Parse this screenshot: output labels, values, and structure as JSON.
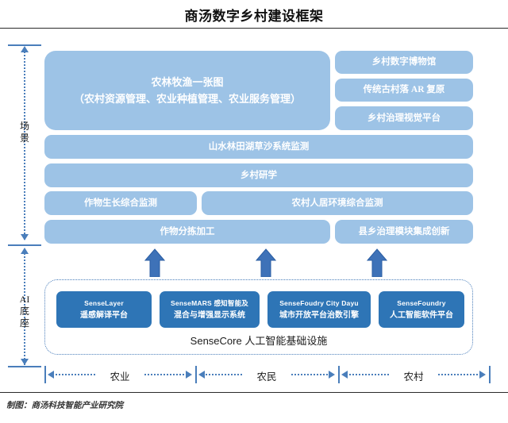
{
  "title": "商汤数字乡村建设框架",
  "colors": {
    "light_blue": "#9dc3e6",
    "dark_blue": "#2e75b6",
    "accent_line": "#4a7ebb",
    "text_white": "#ffffff"
  },
  "side_axis": [
    {
      "label": "场\n景"
    },
    {
      "label": "AI\n底\n座"
    }
  ],
  "side_labels": {
    "scene": "场景",
    "scene_char1": "场",
    "scene_char2": "景",
    "ai_base_line1": "AI",
    "ai_base_line2": "底",
    "ai_base_line3": "座"
  },
  "scene": {
    "main_box": {
      "line1": "农林牧渔一张图",
      "line2": "（农村资源管理、农业种植管理、农业服务管理）"
    },
    "right_column": [
      {
        "label": "乡村数字博物馆"
      },
      {
        "label": "传统古村落 AR 复原"
      },
      {
        "label": "乡村治理视觉平台"
      }
    ],
    "full_rows": [
      {
        "label": "山水林田湖草沙系统监测"
      },
      {
        "label": "乡村研学"
      }
    ],
    "split_row_1": [
      {
        "label": "作物生长综合监测"
      },
      {
        "label": "农村人居环境综合监测"
      }
    ],
    "split_row_2": [
      {
        "label": "作物分拣加工"
      },
      {
        "label": "县乡治理模块集成创新"
      }
    ]
  },
  "arrows": {
    "count": 3,
    "direction": "up"
  },
  "ai_base": {
    "boxes": [
      {
        "en": "SenseLayer",
        "cn": "遥感解译平台"
      },
      {
        "en": "SenseMARS 感知智能及",
        "cn": "混合与增强显示系统"
      },
      {
        "en": "SenseFoudry City Dayu",
        "cn": "城市开放平台治数引擎"
      },
      {
        "en": "SenseFoundry",
        "cn": "人工智能软件平台"
      }
    ],
    "caption": "SenseCore 人工智能基础设施"
  },
  "bottom_axis": [
    {
      "label": "农业"
    },
    {
      "label": "农民"
    },
    {
      "label": "农村"
    }
  ],
  "footer": "制图：商汤科技智能产业研究院"
}
